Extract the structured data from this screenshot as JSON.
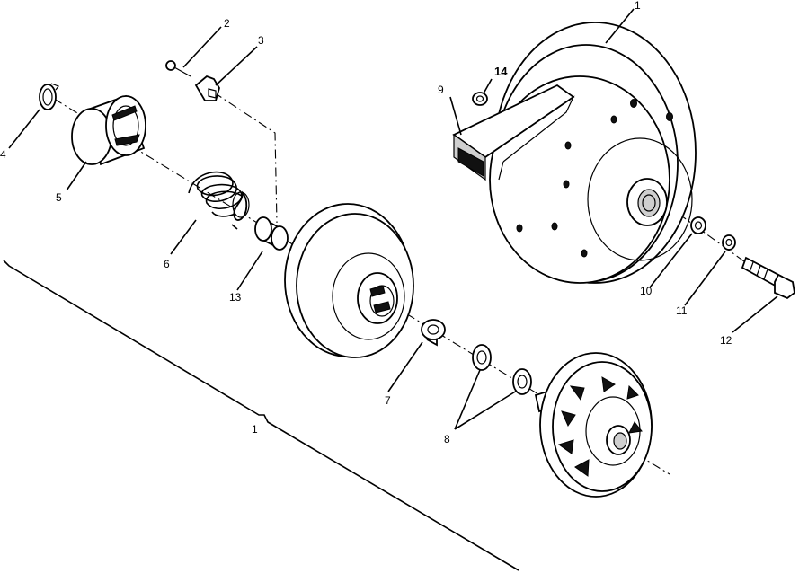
{
  "labels": {
    "l1_top": "1",
    "l1_bottom": "1",
    "l2": "2",
    "l3": "3",
    "l4": "4",
    "l5": "5",
    "l6": "6",
    "l7": "7",
    "l8": "8",
    "l9": "9",
    "l10": "10",
    "l11": "11",
    "l12": "12",
    "l13": "13",
    "l14": "14"
  }
}
